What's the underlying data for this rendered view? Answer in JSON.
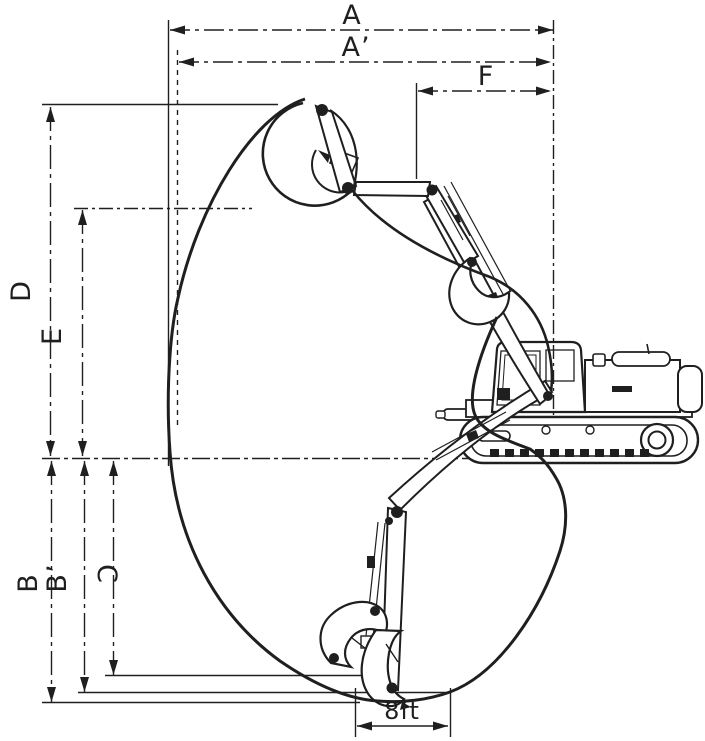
{
  "page": {
    "background": "#ffffff",
    "ink": "#1f1f1f"
  },
  "diagram": {
    "type": "excavator-working-range-diagram",
    "labels": {
      "a": "A",
      "a_prime": "A’",
      "f": "F",
      "d": "D",
      "e": "E",
      "b": "B",
      "b_prime": "B’",
      "c": "C",
      "bottom_width": "8ft"
    }
  }
}
